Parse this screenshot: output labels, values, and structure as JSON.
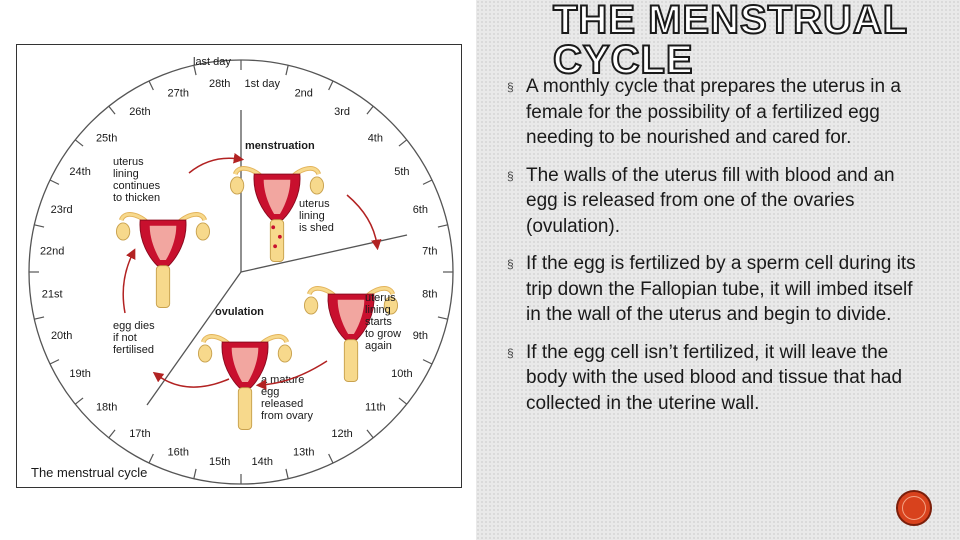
{
  "slide": {
    "title_line1": "THE MENSTRUAL",
    "title_line2": "CYCLE",
    "bullets": [
      {
        "marker": "§",
        "text": "A monthly cycle that prepares the uterus in a female for the possibility of a fertilized egg needing to be nourished and cared for."
      },
      {
        "marker": "§",
        "text": "The walls of the uterus fill with blood and an egg is released from one of the ovaries (ovulation)."
      },
      {
        "marker": "§",
        "text": "If the egg is fertilized by a sperm cell during its trip down the Fallopian tube, it will imbed itself in the wall of the uterus and begin to divide."
      },
      {
        "marker": "§",
        "text": "If the egg cell isn’t fertilized, it will leave the body with the used blood and tissue that had collected in the uterine wall."
      }
    ],
    "badge_color": "#d8421d"
  },
  "diagram": {
    "caption": "The menstrual cycle",
    "days": [
      "1st day",
      "2nd",
      "3rd",
      "4th",
      "5th",
      "6th",
      "7th",
      "8th",
      "9th",
      "10th",
      "11th",
      "12th",
      "13th",
      "14th",
      "15th",
      "16th",
      "17th",
      "18th",
      "19th",
      "20th",
      "21st",
      "22nd",
      "23rd",
      "24th",
      "25th",
      "26th",
      "27th",
      "28th"
    ],
    "last_day_label": "last day",
    "phases": {
      "menstruation": "menstruation",
      "ovulation": "ovulation"
    },
    "notes": {
      "lining_shed": [
        "uterus",
        "lining",
        "is shed"
      ],
      "lining_grow": [
        "uterus",
        "lining",
        "starts",
        "to grow",
        "again"
      ],
      "egg_released": [
        "a mature",
        "egg",
        "released",
        "from ovary"
      ],
      "egg_dies": [
        "egg dies",
        "if not",
        "fertilised"
      ],
      "lining_thicken": [
        "uterus",
        "lining",
        "continues",
        "to thicken"
      ]
    },
    "colors": {
      "uterus_red": "#c8102e",
      "uterus_pink": "#f2a6a0",
      "tube_yellow": "#f7d98c",
      "arrow": "#b22222"
    }
  }
}
